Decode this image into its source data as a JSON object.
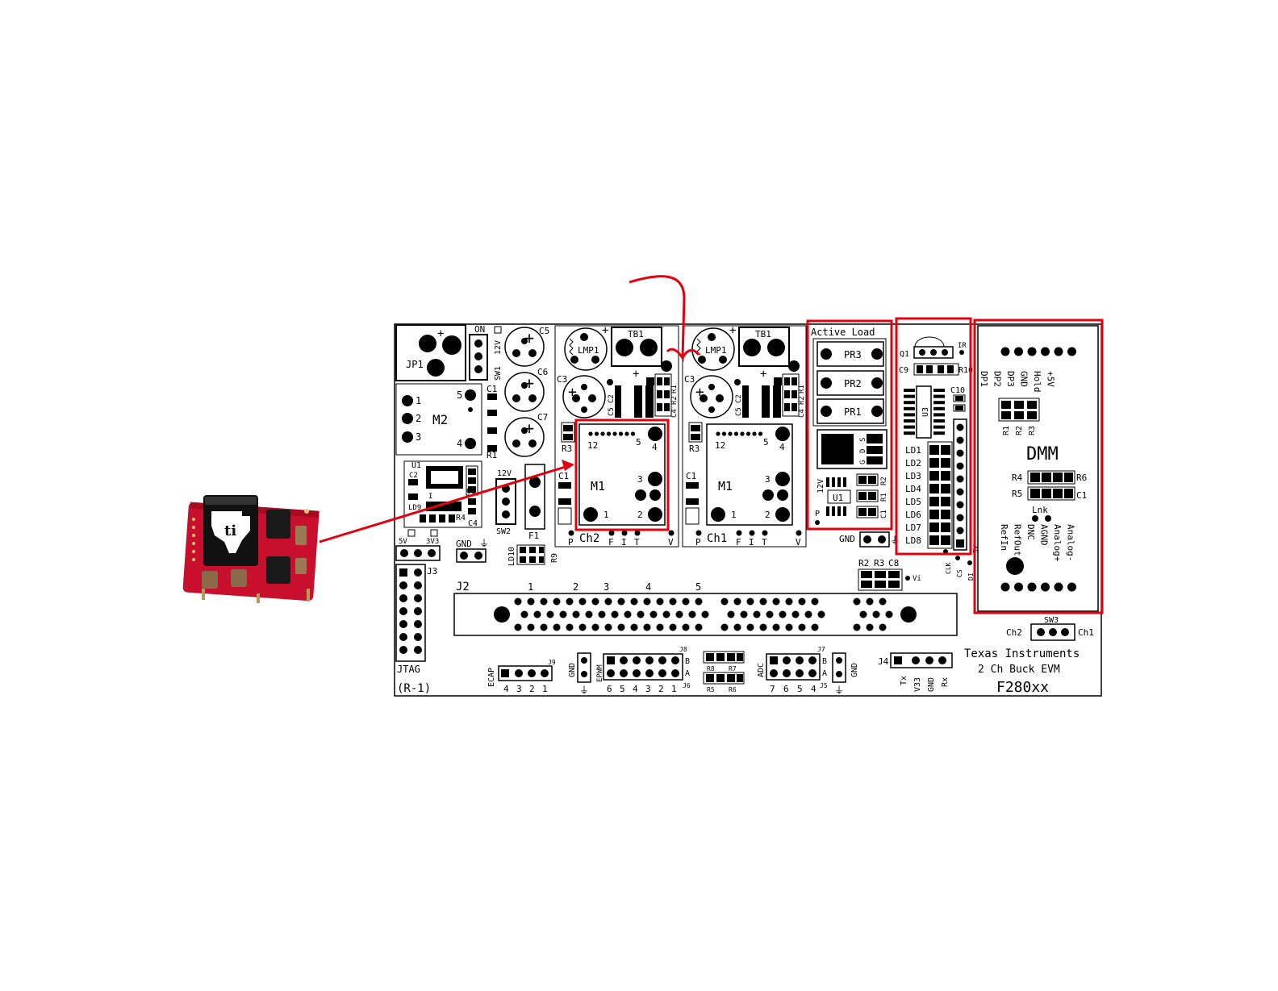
{
  "board": {
    "revision": "(R-1)",
    "brand": "Texas Instruments",
    "product": "2 Ch Buck EVM",
    "part": "F280xx"
  },
  "labels": {
    "jp1": "JP1",
    "on": "ON",
    "v12": "12V",
    "sw1": "SW1",
    "m2": "M2",
    "u1": "U1",
    "c2": "C2",
    "ld9": "LD9",
    "c3": "C3",
    "r4": "R4",
    "c4": "C4",
    "c1": "C1",
    "r1": "R1",
    "c5": "C5",
    "c6": "C6",
    "c7": "C7",
    "sw2": "SW2",
    "f1": "F1",
    "ld10": "LD10",
    "r9": "R9",
    "gnd": "GND",
    "v5": "5V",
    "v3v3": "3V3",
    "j3": "J3",
    "jtag": "JTAG",
    "j2": "J2",
    "active_load": "Active Load",
    "pr3": "PR3",
    "pr2": "PR2",
    "pr1": "PR1",
    "s": "S",
    "d": "D",
    "g": "G",
    "p": "P",
    "r2": "R2",
    "q1": "Q1",
    "ir": "IR",
    "c9": "C9",
    "r10": "R10",
    "c10": "C10",
    "u3": "U3",
    "ld": [
      "LD1",
      "LD2",
      "LD3",
      "LD4",
      "LD5",
      "LD6",
      "LD7",
      "LD8"
    ],
    "clk": "CLK",
    "cs": "CS",
    "di": "DI",
    "r3": "R3",
    "c8": "C8",
    "vi": "Vi",
    "dmm": "DMM",
    "r5": "R5",
    "r6": "R6",
    "lnk": "Lnk",
    "dmm_top_pins": [
      "DP1",
      "DP2",
      "DP3",
      "GND",
      "Hold",
      "+5V"
    ],
    "dmm_bottom_pins": [
      "RefIn",
      "RefOut",
      "DNC",
      "AGND",
      "Analog+",
      "Analog-"
    ],
    "sw3": "SW3",
    "ch1": "Ch1",
    "ch2": "Ch2",
    "ecap": "ECAP",
    "j9": "J9",
    "epwm": "EPWM",
    "j8": "J8",
    "j6": "J6",
    "r7": "R7",
    "r8": "R8",
    "adc": "ADC",
    "j7": "J7",
    "j5": "J5",
    "j4": "J4",
    "tx": "Tx",
    "v33": "V33",
    "rx": "Rx",
    "b": "B",
    "a": "A",
    "tb1": "TB1",
    "lmp1": "LMP1",
    "m1": "M1",
    "pin12": "12",
    "pin5": "5",
    "pin4": "4",
    "pin3": "3",
    "pin2": "2",
    "pin1": "1",
    "ch_pins": [
      "P",
      "F",
      "I",
      "T",
      "V"
    ],
    "j2_nums": [
      "1",
      "2",
      "3",
      "4",
      "5"
    ],
    "ecap_nums": [
      "4",
      "3",
      "2",
      "1"
    ],
    "epwm_nums": [
      "6",
      "5",
      "4",
      "3",
      "2",
      "1"
    ],
    "adc_nums": [
      "7",
      "6",
      "5",
      "4"
    ]
  },
  "colors": {
    "highlight": "#e3000f",
    "ink": "#000000",
    "board_bg": "#ffffff",
    "module_red": "#c8102e"
  },
  "module_photo": {
    "logo": "ti-logo-icon"
  }
}
